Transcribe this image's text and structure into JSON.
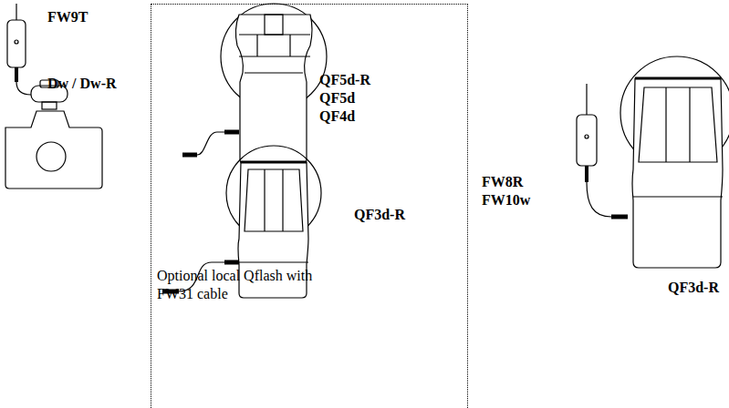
{
  "diagram": {
    "nodes": [
      {
        "text": [
          "Optional local Qflash with FW31 cable"
        ]
      }
    ],
    "labels": [
      "FW9T",
      "Dw / Dw-R",
      "QF5d-R",
      "QF5d",
      "QF4d",
      "QF3d-R",
      "FW8R",
      "FW10w",
      "QF3d-R"
    ]
  }
}
